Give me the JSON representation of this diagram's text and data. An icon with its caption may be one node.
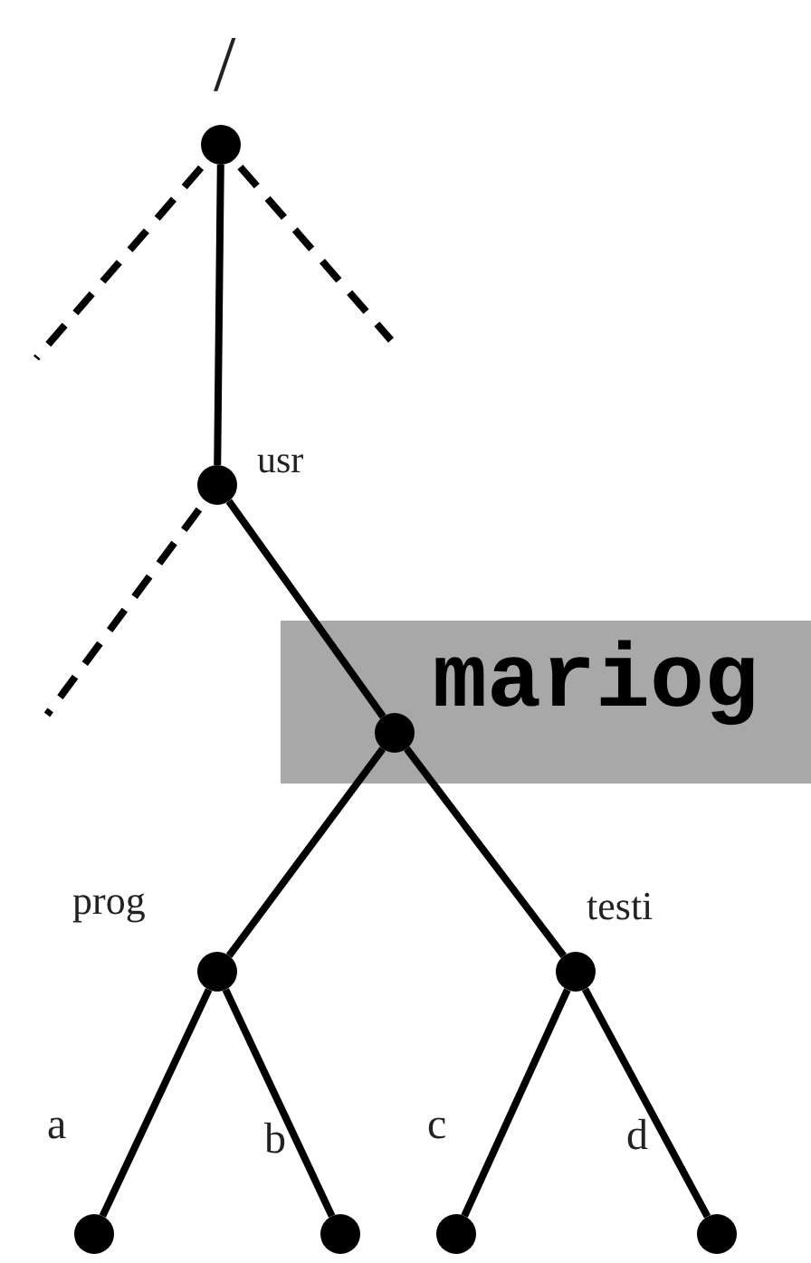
{
  "diagram": {
    "nodes": [
      {
        "text": [],
        "shape": "circle",
        "beside": [
          "/"
        ]
      },
      {
        "text": [],
        "shape": "circle",
        "beside": [
          "usr"
        ]
      },
      {
        "text": [
          "mariog"
        ]
      },
      {
        "text": [],
        "shape": "circle",
        "in": 2
      },
      {
        "text": [],
        "shape": "circle",
        "beside": [
          "prog"
        ]
      },
      {
        "text": [],
        "shape": "circle",
        "beside": [
          "testi"
        ]
      },
      {
        "text": [],
        "shape": "circle",
        "beside": [
          "a"
        ]
      },
      {
        "text": [],
        "shape": "circle",
        "beside": [
          "b"
        ]
      },
      {
        "text": [],
        "shape": "circle",
        "beside": [
          "c"
        ]
      },
      {
        "text": [],
        "shape": "circle",
        "beside": [
          "d"
        ]
      }
    ],
    "edges": [
      {
        "from": 0,
        "to": 1,
        "arrow": "none"
      },
      {
        "from": 0,
        "to": null,
        "arrow": "none",
        "style": "dashed"
      },
      {
        "from": 0,
        "to": null,
        "arrow": "none",
        "style": "dashed"
      },
      {
        "from": 1,
        "to": null,
        "arrow": "none",
        "style": "dashed"
      },
      {
        "from": 1,
        "to": 3,
        "arrow": "none"
      },
      {
        "from": 3,
        "to": 4,
        "arrow": "none"
      },
      {
        "from": 3,
        "to": 5,
        "arrow": "none"
      },
      {
        "from": 4,
        "to": 6,
        "arrow": "none"
      },
      {
        "from": 4,
        "to": 7,
        "arrow": "none"
      },
      {
        "from": 5,
        "to": 8,
        "arrow": "none"
      },
      {
        "from": 5,
        "to": 9,
        "arrow": "none"
      }
    ]
  }
}
